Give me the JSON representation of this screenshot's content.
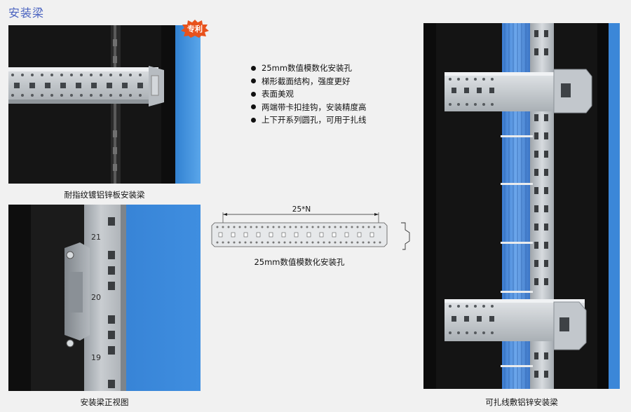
{
  "page": {
    "title": "安装梁"
  },
  "badge": {
    "text": "专利",
    "color": "#e8521c"
  },
  "photos": {
    "top_left_caption": "耐指纹镀铝锌板安装梁",
    "bottom_left_caption": "安装梁正视图",
    "right_caption": "可扎线敷铝锌安装梁",
    "rail_numbers": [
      "21",
      "20",
      "19"
    ]
  },
  "features": [
    "25mm数值模数化安装孔",
    "梯形截面结构，强度更好",
    "表面美观",
    "两端带卡扣挂钩，安装精度高",
    "上下开系列圆孔，可用于扎线"
  ],
  "drawing": {
    "dimension": "25*N",
    "caption": "25mm数值模数化安装孔"
  },
  "colors": {
    "title": "#4a63c0",
    "sky_blue": "#3e8edb",
    "cable_blue": "#3f7fd4",
    "cabinet_black": "#141414",
    "metal": "#c7cbcf"
  }
}
